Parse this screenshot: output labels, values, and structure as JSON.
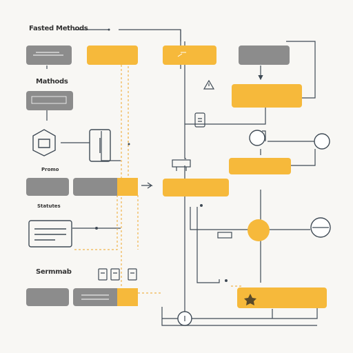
{
  "labels": {
    "top_title": "Fasted Methods",
    "section_a": "Mathods",
    "section_b": "Promo",
    "section_c": "Statutes",
    "section_d": "Sermmab"
  },
  "boxes": {
    "b1": "",
    "b2": "",
    "b3": "",
    "b4": "",
    "b5": "",
    "b6": "",
    "b7": "",
    "b8": "",
    "b9": "",
    "b10": "",
    "b11": "",
    "b12": ""
  },
  "colors": {
    "accent": "#f6b93b",
    "gray": "#8c8c8c",
    "line": "#3f4a55",
    "dashed": "#f0b44a",
    "background": "#f8f7f4"
  }
}
